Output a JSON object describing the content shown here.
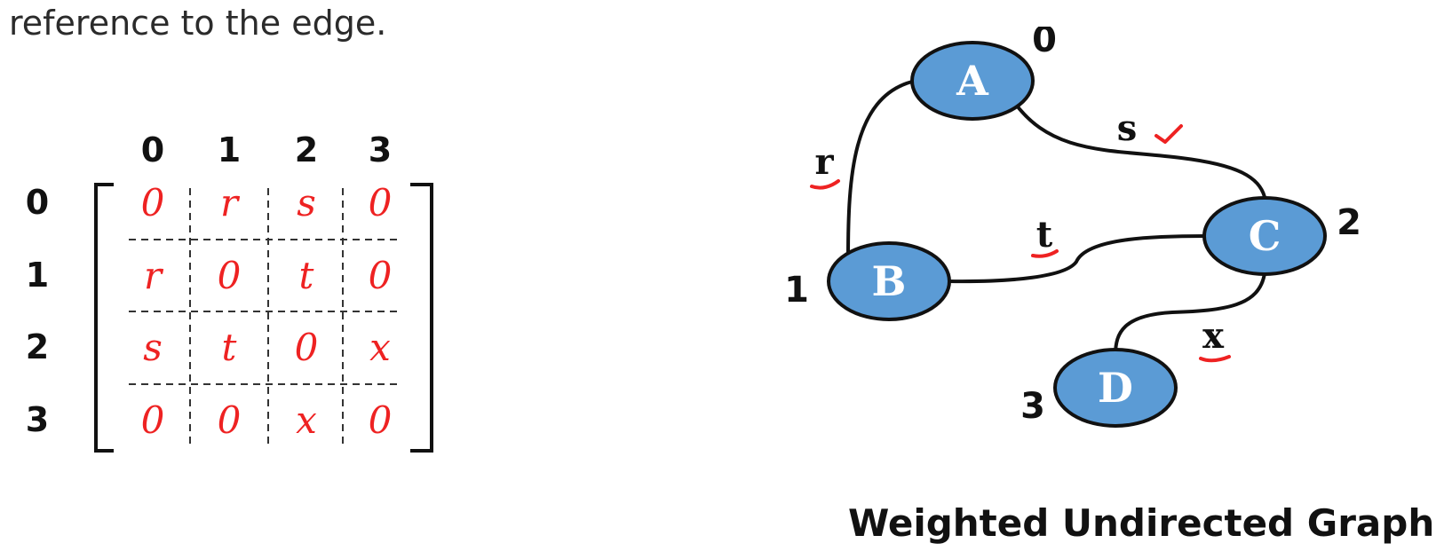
{
  "intro_text": "reference to the edge.",
  "matrix": {
    "column_headers": [
      "0",
      "1",
      "2",
      "3"
    ],
    "row_headers": [
      "0",
      "1",
      "2",
      "3"
    ],
    "cells": [
      [
        "0",
        "r",
        "s",
        "0"
      ],
      [
        "r",
        "0",
        "t",
        "0"
      ],
      [
        "s",
        "t",
        "0",
        "x"
      ],
      [
        "0",
        "0",
        "x",
        "0"
      ]
    ],
    "cell_color": "#ee2222"
  },
  "graph": {
    "caption": "Weighted Undirected Graph",
    "node_fill": "#5b9bd5",
    "nodes": [
      {
        "label": "A",
        "index": "0"
      },
      {
        "label": "B",
        "index": "1"
      },
      {
        "label": "C",
        "index": "2"
      },
      {
        "label": "D",
        "index": "3"
      }
    ],
    "edges": [
      {
        "from": "A",
        "to": "B",
        "weight": "r"
      },
      {
        "from": "A",
        "to": "C",
        "weight": "s"
      },
      {
        "from": "B",
        "to": "C",
        "weight": "t"
      },
      {
        "from": "C",
        "to": "D",
        "weight": "x"
      }
    ],
    "annotation_color": "#ee2222"
  }
}
